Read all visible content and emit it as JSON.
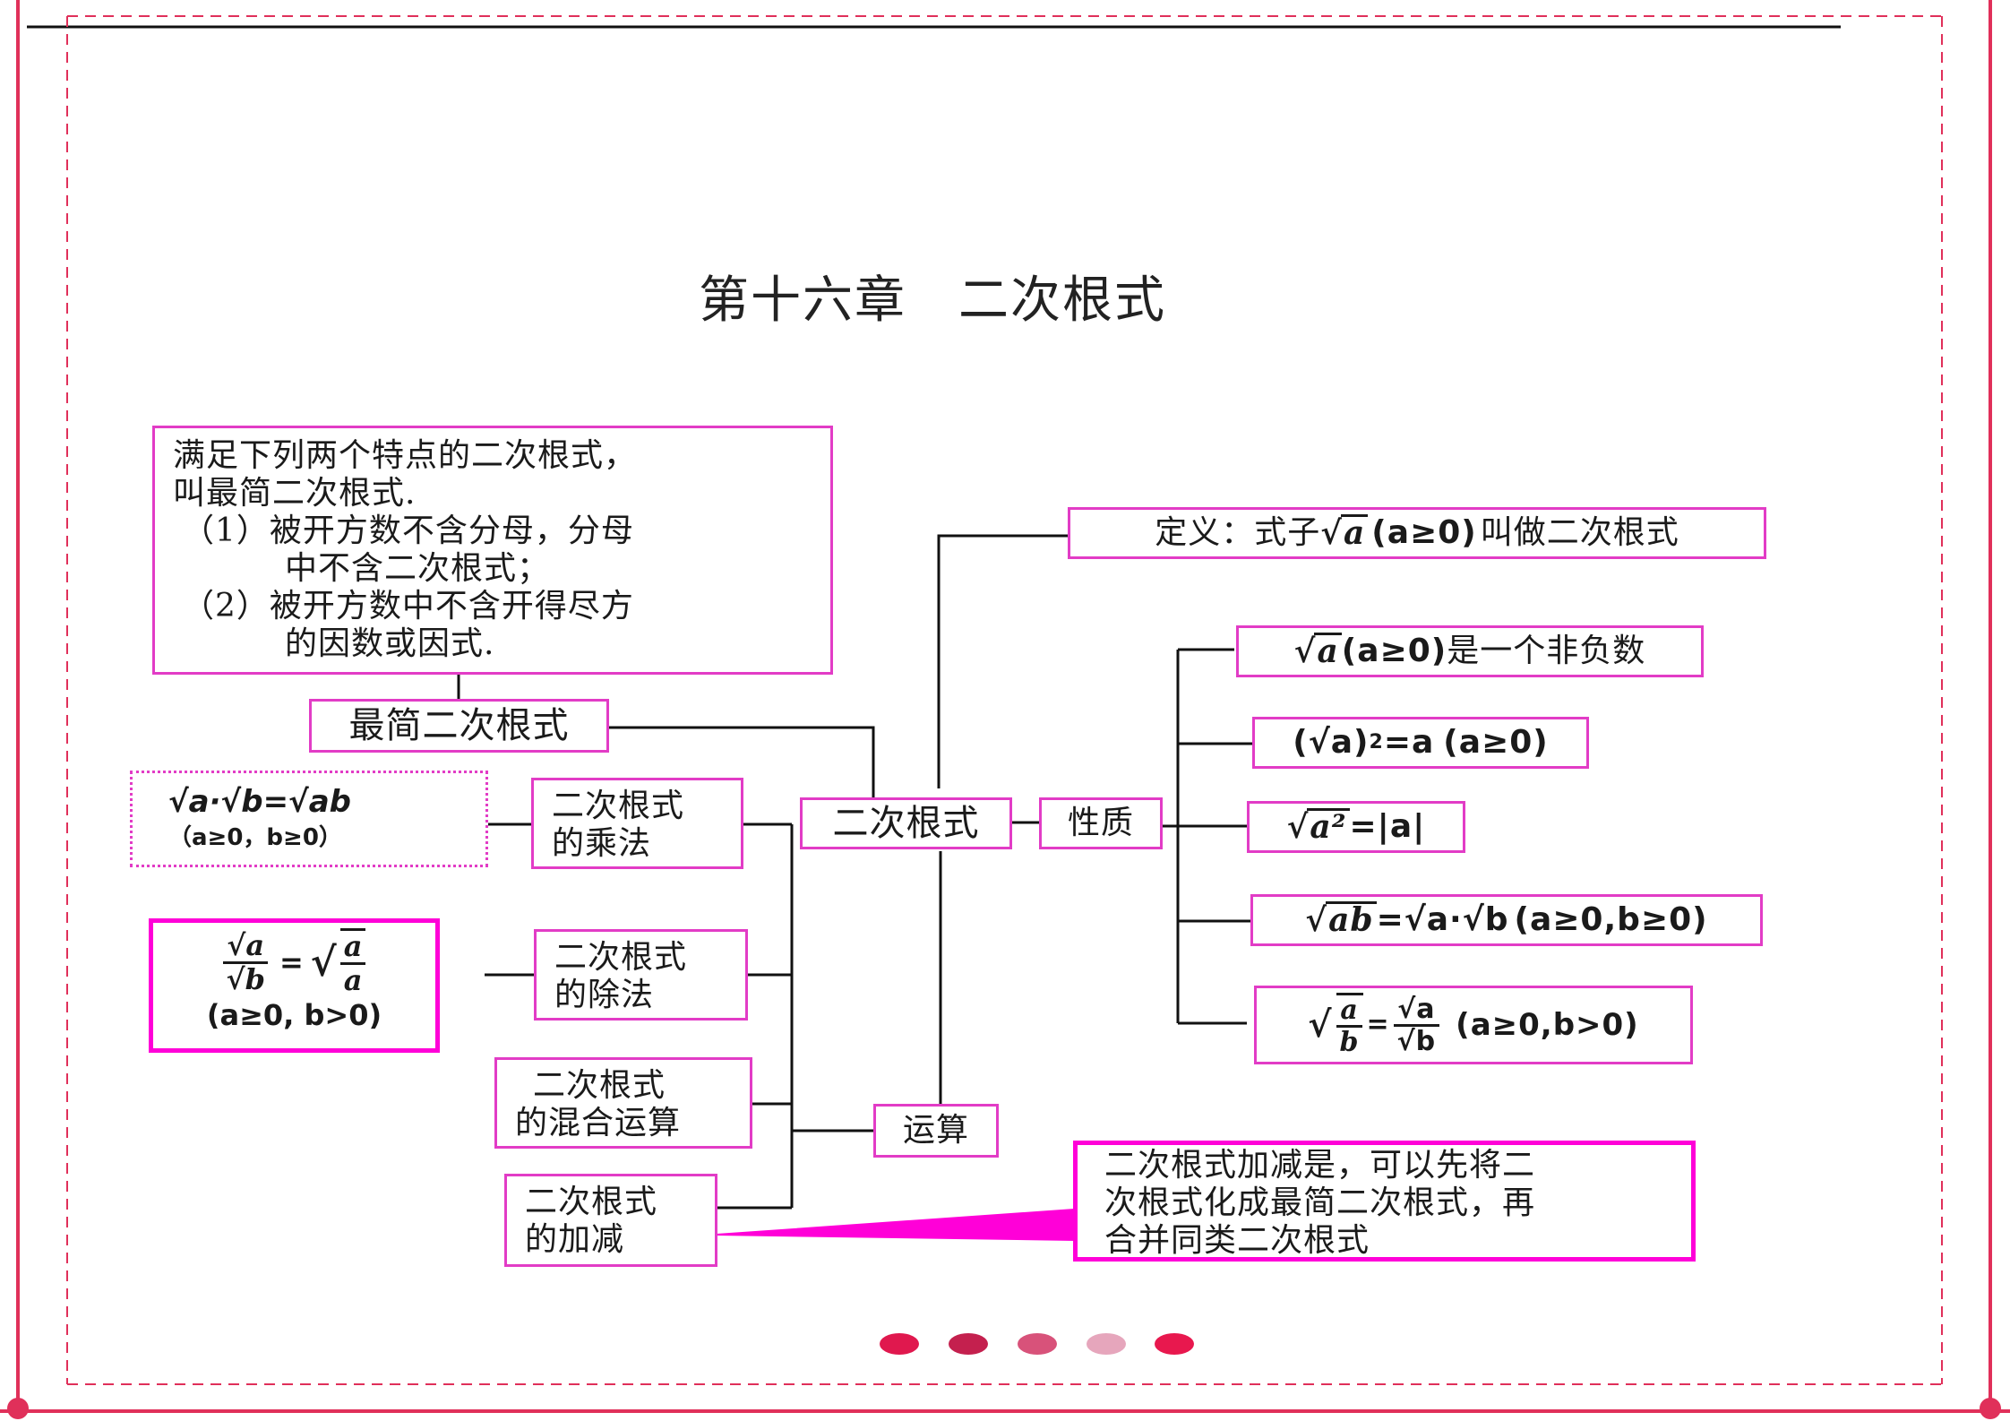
{
  "title": "第十六章　二次根式",
  "center": "二次根式",
  "simplest_box": {
    "lines": [
      "满足下列两个特点的二次根式，",
      "叫最简二次根式.",
      "（1）被开方数不含分母，分母",
      "中不含二次根式；",
      "（2）被开方数中不含开得尽方",
      "的因数或因式."
    ]
  },
  "simplest_label": "最简二次根式",
  "definition": {
    "prefix": "定义：式子",
    "radicand": "a",
    "condition": "(a≥0)",
    "suffix": "叫做二次根式"
  },
  "property_label": "性质",
  "properties": [
    {
      "radicand": "a",
      "condition": "(a≥0)",
      "suffix": "是一个非负数"
    },
    {
      "lhs": "(√a)",
      "exp": "2",
      "rhs": "=a",
      "condition": "(a≥0)"
    },
    {
      "radicand": "a²",
      "rhs": "=|a|"
    },
    {
      "radicand": "ab",
      "rhs": "=√a·√b",
      "condition": "(a≥0,b≥0)"
    },
    {
      "num": "a",
      "den": "b",
      "rhs_num": "√a",
      "rhs_den": "√b",
      "condition": "(a≥0,b>0)"
    }
  ],
  "operation_label": "运算",
  "operations": [
    {
      "label_lines": [
        "二次根式",
        "的乘法"
      ]
    },
    {
      "label_lines": [
        "二次根式",
        "的除法"
      ]
    },
    {
      "label_lines": [
        "二次根式",
        "的混合运算"
      ]
    },
    {
      "label_lines": [
        "二次根式",
        "的加减"
      ]
    }
  ],
  "mult_formula": {
    "lhs": "√a·√b",
    "rhs": "=√ab",
    "condition": "（a≥0，b≥0）"
  },
  "div_formula": {
    "num_l": "√a",
    "den_l": "√b",
    "num_r": "a",
    "den_r": "a",
    "condition": "(a≥0, b>0)"
  },
  "addsub_note": {
    "lines": [
      "二次根式加减是，可以先将二",
      "次根式化成最简二次根式，再",
      "合并同类二次根式"
    ]
  },
  "colors": {
    "border_pink": "#e23cc6",
    "accent_magenta": "#ff00d8",
    "frame_pink": "#e0305a",
    "dots": [
      "#e0184e",
      "#c4204e",
      "#d8527a",
      "#e6a6bc",
      "#e8184e"
    ]
  }
}
